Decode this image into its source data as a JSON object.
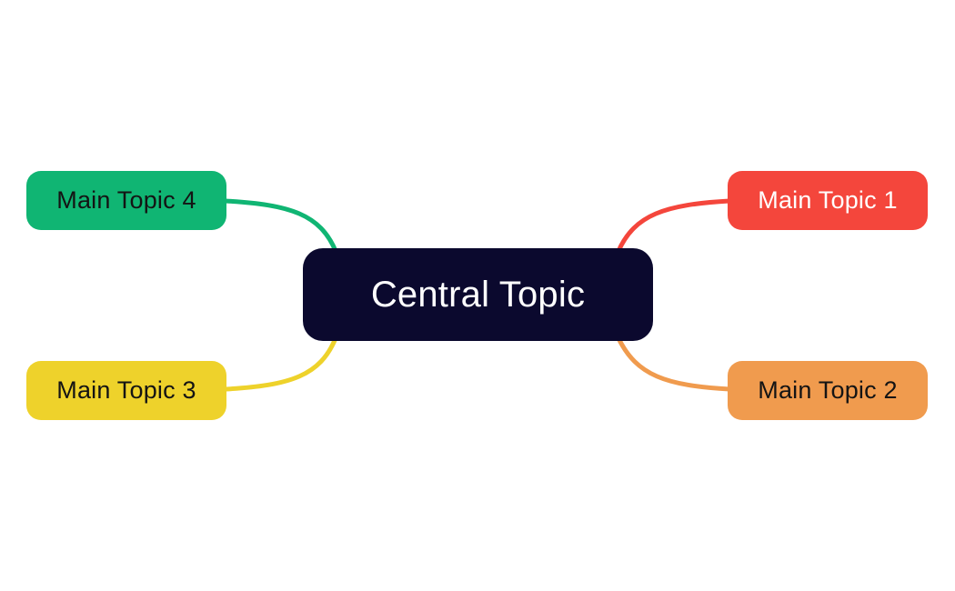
{
  "diagram": {
    "type": "mindmap",
    "background_color": "#ffffff",
    "central": {
      "label": "Central Topic",
      "bg_color": "#0b092e",
      "text_color": "#ffffff"
    },
    "topics": [
      {
        "label": "Main Topic 1",
        "position": "top-right",
        "bg_color": "#f4463c",
        "text_color": "#ffffff",
        "branch_color": "#f4463c"
      },
      {
        "label": "Main Topic 2",
        "position": "bottom-right",
        "bg_color": "#f09b4e",
        "text_color": "#141414",
        "branch_color": "#f09b4e"
      },
      {
        "label": "Main Topic 3",
        "position": "bottom-left",
        "bg_color": "#eed22b",
        "text_color": "#141414",
        "branch_color": "#eed22b"
      },
      {
        "label": "Main Topic 4",
        "position": "top-left",
        "bg_color": "#10b573",
        "text_color": "#141414",
        "branch_color": "#10b573"
      }
    ]
  }
}
